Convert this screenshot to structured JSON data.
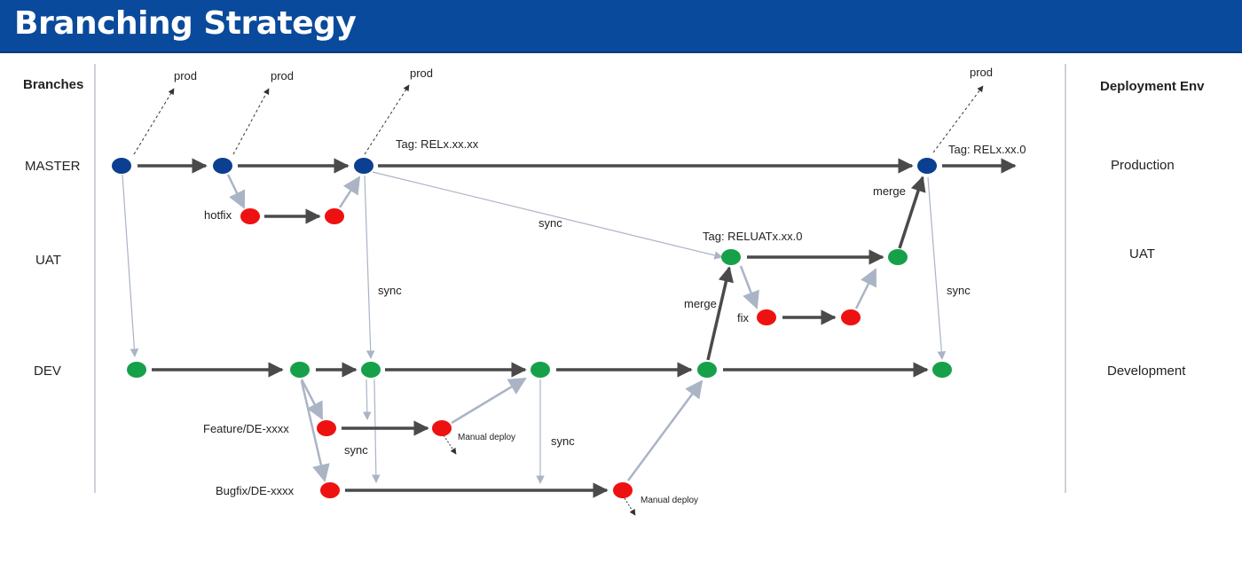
{
  "header": {
    "title": "Branching Strategy"
  },
  "columns": {
    "branches": "Branches",
    "deployment_env": "Deployment Env"
  },
  "branches": {
    "master": "MASTER",
    "uat": "UAT",
    "dev": "DEV",
    "hotfix": "hotfix",
    "fix": "fix",
    "feature": "Feature/DE-xxxx",
    "bugfix": "Bugfix/DE-xxxx"
  },
  "environments": {
    "production": "Production",
    "uat": "UAT",
    "development": "Development"
  },
  "annotations": {
    "prod": "prod",
    "tag_release": "Tag: RELx.xx.xx",
    "tag_release_final": "Tag: RELx.xx.0",
    "tag_uat": "Tag: RELUATx.xx.0",
    "sync": "sync",
    "merge": "merge",
    "manual_deploy": "Manual deploy"
  },
  "colors": {
    "title_bar": "#0a4a9c",
    "master_node": "#0b3f91",
    "dev_uat_node": "#17a04a",
    "fix_node": "#ee1111",
    "main_arrow": "#4a4a4a",
    "sync_arrow": "#aab4c4"
  }
}
